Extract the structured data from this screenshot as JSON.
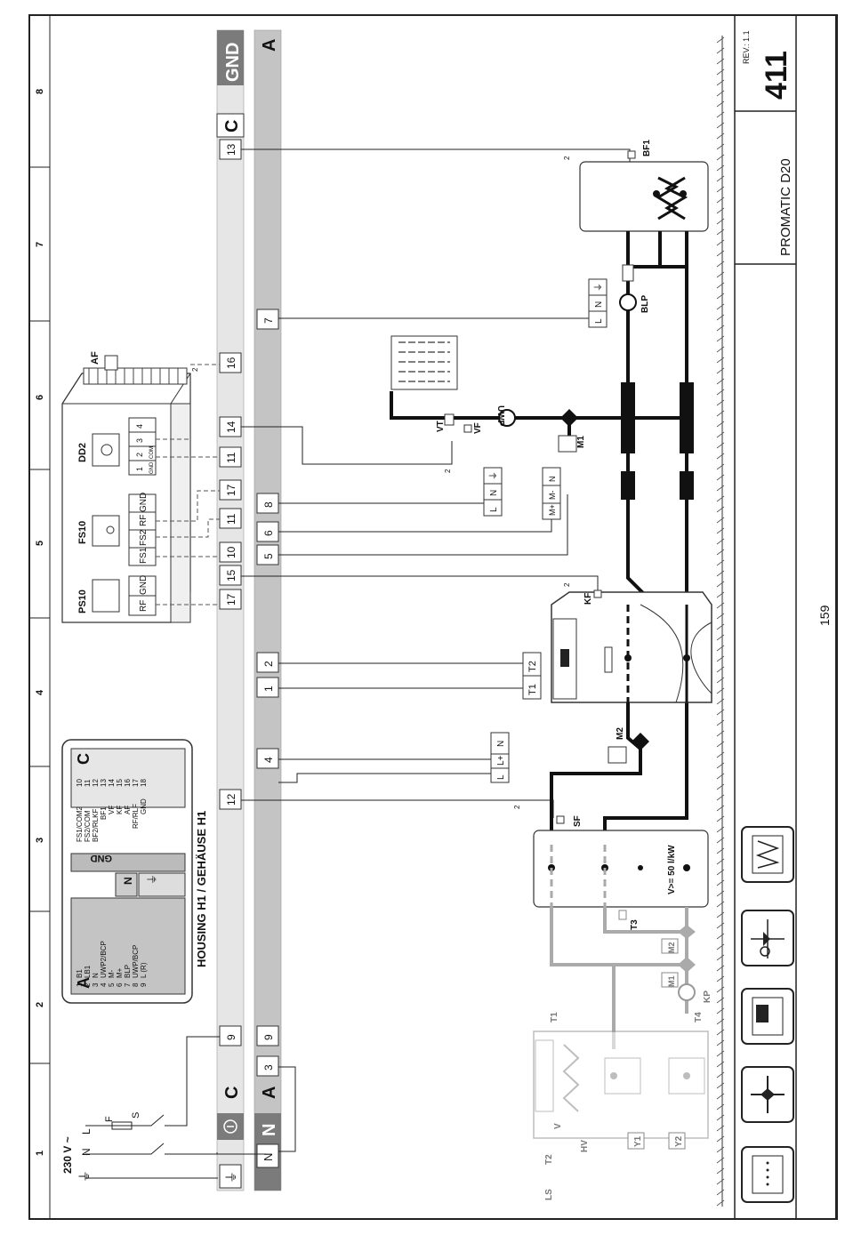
{
  "drawing": {
    "title": "PROMATIC D20",
    "number": "411",
    "revision": "REV.: 1.1",
    "page_number": "159"
  },
  "grid_columns": [
    "1",
    "2",
    "3",
    "4",
    "5",
    "6",
    "7",
    "8"
  ],
  "power": {
    "supply": "230 V ~",
    "lines": [
      "L",
      "N"
    ],
    "fuse": "F",
    "switch": "S"
  },
  "bars": {
    "housing_title": "HOUSING H1 / GEHÄUSE H1",
    "bar_c": "C",
    "bar_a": "A",
    "bar_gnd": "GND",
    "bar_n": "N",
    "c_terminals": [
      "9",
      "12",
      "17",
      "15",
      "10",
      "11",
      "17",
      "11",
      "14",
      "16",
      "13"
    ],
    "a_terminals": [
      "3",
      "9",
      "4",
      "1",
      "2",
      "5",
      "6",
      "8",
      "7"
    ],
    "n_terminal": "N"
  },
  "legend": {
    "block_a": "A",
    "block_c": "C",
    "gnd": "GND",
    "n": "N",
    "earth": "⏚",
    "a_rows": [
      {
        "no": "1",
        "name": "B1"
      },
      {
        "no": "2",
        "name": "LB1"
      },
      {
        "no": "3",
        "name": "N"
      },
      {
        "no": "4",
        "name": "UWP2/BCP"
      },
      {
        "no": "5",
        "name": "M-"
      },
      {
        "no": "6",
        "name": "M+"
      },
      {
        "no": "7",
        "name": "BLP"
      },
      {
        "no": "8",
        "name": "UWP/BCP"
      },
      {
        "no": "9",
        "name": "L (R)"
      }
    ],
    "c_rows": [
      {
        "no": "10",
        "name": "FS1/COM2"
      },
      {
        "no": "11",
        "name": "FS2/COM"
      },
      {
        "no": "12",
        "name": "BF2/RLKF"
      },
      {
        "no": "13",
        "name": "BF1"
      },
      {
        "no": "14",
        "name": "VF"
      },
      {
        "no": "15",
        "name": "KF"
      },
      {
        "no": "16",
        "name": "AF"
      },
      {
        "no": "17",
        "name": "RF/RLF"
      },
      {
        "no": "18",
        "name": "GND"
      }
    ]
  },
  "room_units": {
    "ps10": {
      "name": "PS10",
      "terms": [
        "GND",
        "RF"
      ]
    },
    "fs10": {
      "name": "FS10",
      "terms": [
        "GND",
        "RF",
        "FS2",
        "FS1"
      ]
    },
    "dd2": {
      "name": "DD2",
      "terms": [
        "1",
        "2",
        "3",
        "4"
      ],
      "sub": [
        "GND",
        "COM"
      ]
    },
    "af": "AF"
  },
  "components": {
    "buffer_tank_note": "V>= 50 l/kW",
    "sensors": [
      "SF",
      "KF",
      "BF1",
      "VF",
      "VT",
      "T1",
      "T2",
      "T3",
      "T4",
      "LS"
    ],
    "pumps": [
      "UWP",
      "BLP",
      "KP"
    ],
    "mixers": [
      "M1",
      "M2"
    ],
    "misc": [
      "HV",
      "V",
      "Y1",
      "Y2"
    ],
    "terminal_blocks": {
      "t1t2": [
        "T1",
        "T2"
      ],
      "m2": [
        "L",
        "L+",
        "N"
      ],
      "uwp": [
        "L",
        "N",
        "⏚"
      ],
      "m1": [
        "M+",
        "M-",
        "N"
      ],
      "blp": [
        "L",
        "N",
        "⏚"
      ]
    },
    "wire_count": "2"
  },
  "tool_icons": [
    "dots-icon",
    "mixer-valve-icon",
    "boiler-icon",
    "pump-mixer-icon",
    "heater-coil-icon"
  ]
}
